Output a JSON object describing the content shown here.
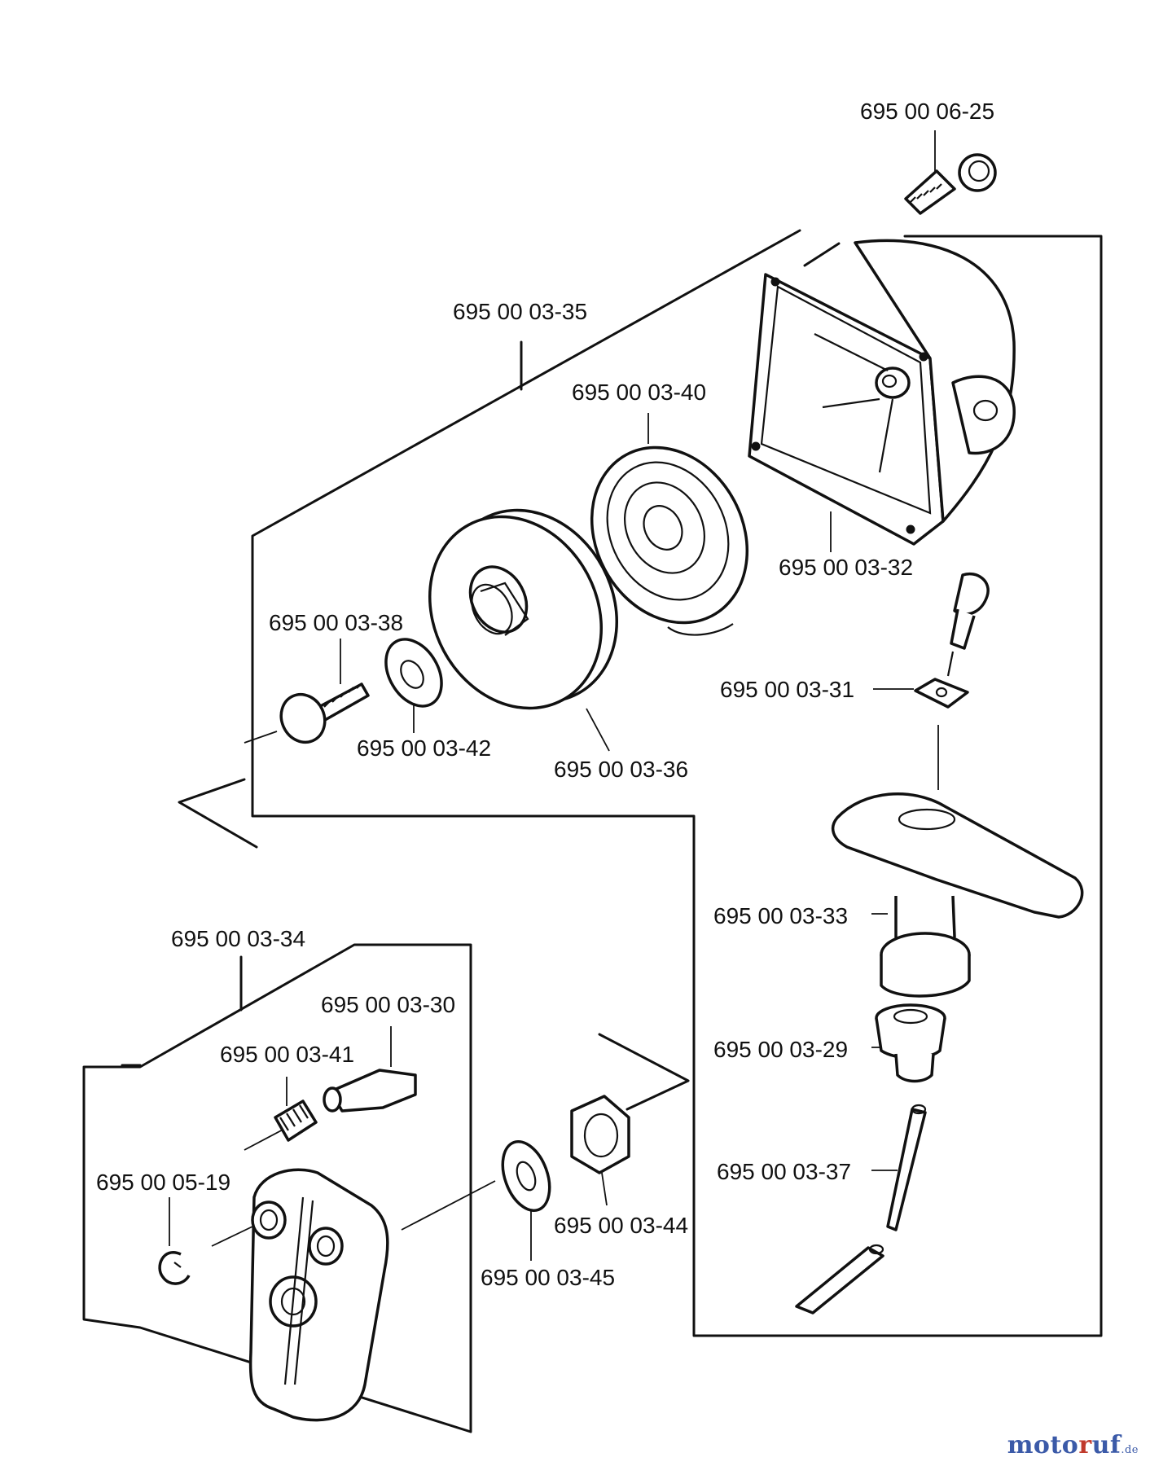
{
  "labels": {
    "p0625": "695 00 06-25",
    "p0335": "695 00 03-35",
    "p0340": "695 00 03-40",
    "p0332": "695 00 03-32",
    "p0338": "695 00 03-38",
    "p0331": "695 00 03-31",
    "p0342": "695 00 03-42",
    "p0336": "695 00 03-36",
    "p0333": "695 00 03-33",
    "p0334": "695 00 03-34",
    "p0330": "695 00 03-30",
    "p0341": "695 00 03-41",
    "p0329": "695 00 03-29",
    "p0519": "695 00 05-19",
    "p0337": "695 00 03-37",
    "p0344": "695 00 03-44",
    "p0345": "695 00 03-45"
  },
  "watermark": {
    "part1": "moto",
    "part2": "r",
    "part3": "uf",
    "tld": ".de"
  }
}
